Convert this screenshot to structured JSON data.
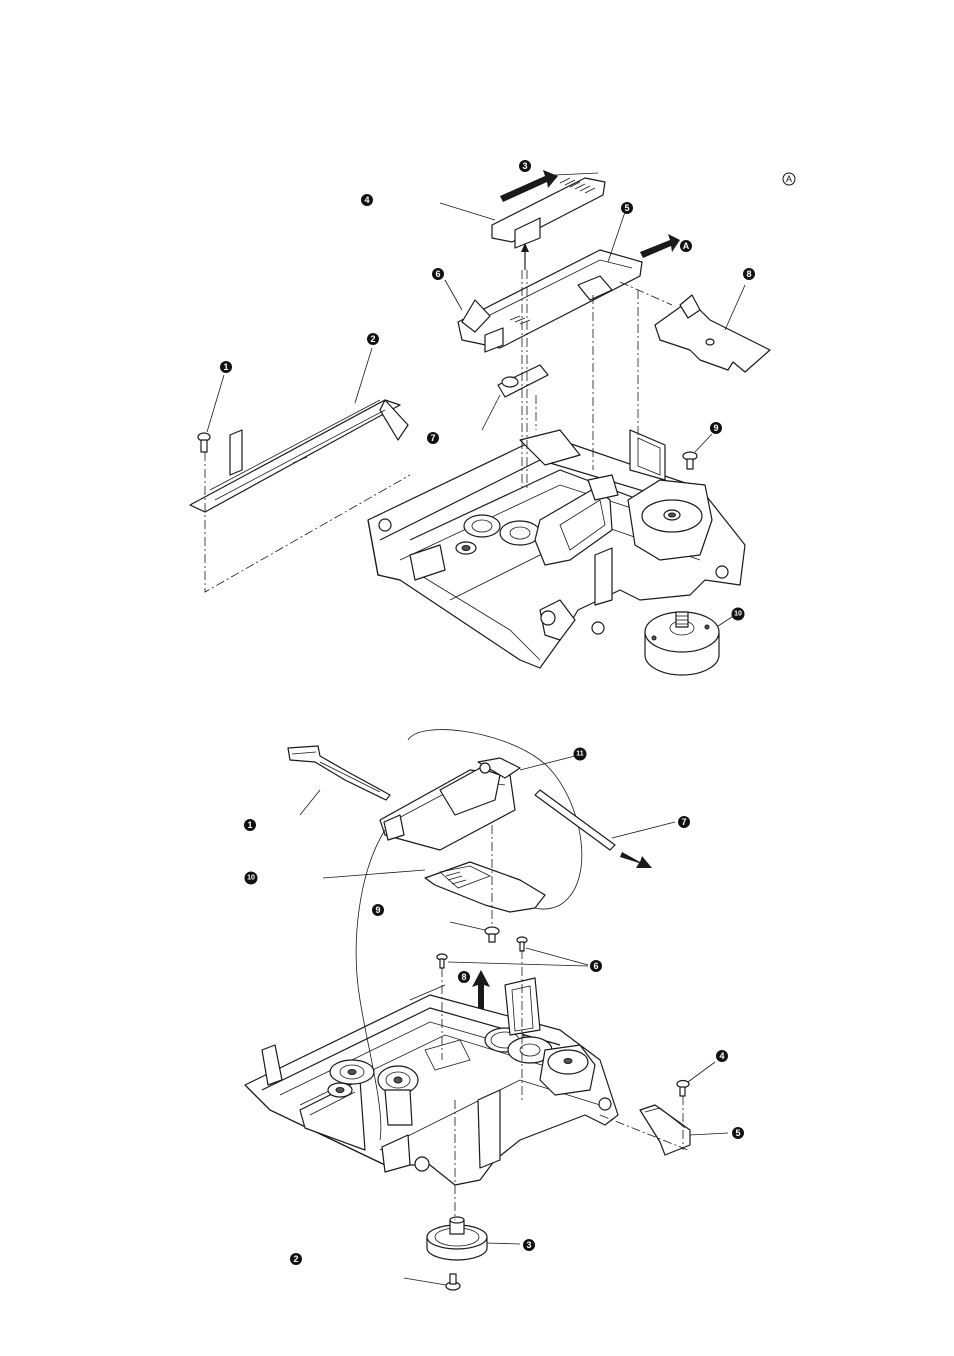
{
  "labels": {
    "one": "1",
    "two": "2",
    "three": "3",
    "four": "4",
    "five": "5",
    "six": "6",
    "seven": "7",
    "eight": "8",
    "nine": "9",
    "ten": "10",
    "eleven": "11",
    "a": "A"
  }
}
